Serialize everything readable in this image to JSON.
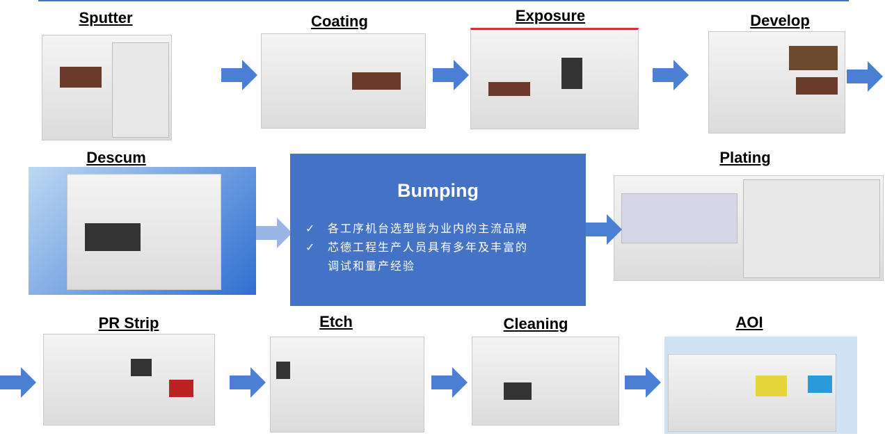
{
  "steps": [
    {
      "label": "Sputter"
    },
    {
      "label": "Coating"
    },
    {
      "label": "Exposure"
    },
    {
      "label": "Develop"
    },
    {
      "label": "Descum"
    },
    {
      "label": "Plating"
    },
    {
      "label": "PR Strip"
    },
    {
      "label": "Etch"
    },
    {
      "label": "Cleaning"
    },
    {
      "label": "AOI"
    }
  ],
  "center": {
    "title": "Bumping",
    "bullets": [
      "各工序机台选型皆为业内的主流品牌",
      "芯德工程生产人员具有多年及丰富的"
    ],
    "bullet2_cont": "调试和量产经验",
    "check_icon": "✓"
  },
  "colors": {
    "accent": "#4472c4",
    "arrow": "#4a7fd4"
  }
}
